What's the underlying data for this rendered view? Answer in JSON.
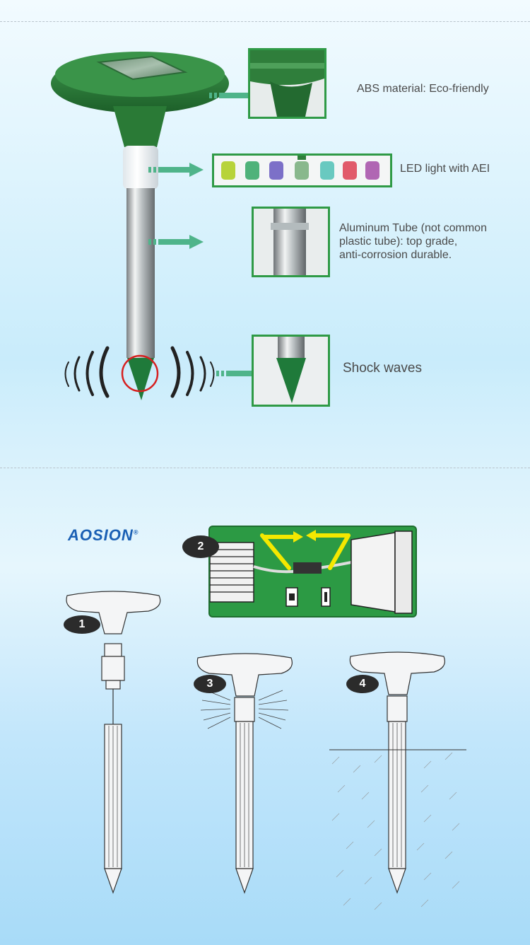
{
  "labels": {
    "abs": "ABS material: Eco-friendly",
    "led": "LED light with AEI",
    "aluminum_line1": "Aluminum Tube (not common",
    "aluminum_line2": "plastic tube): top grade,",
    "aluminum_line3": "anti-corrosion durable.",
    "shock": "Shock waves"
  },
  "brand": {
    "name": "AOSION",
    "registered": "®",
    "color": "#1a5fb4",
    "accent": "#f08a1c"
  },
  "steps": [
    "1",
    "2",
    "3",
    "4"
  ],
  "colors": {
    "green": "#2e7d3a",
    "frame_green": "#2f9a46",
    "arrow_green": "#4fb48a",
    "highlight_red": "#d62020",
    "arrow_yellow": "#f4e800",
    "led_cups": [
      "#b7d33a",
      "#4fb27a",
      "#7c70c8",
      "#89b88d",
      "#69c9c0",
      "#e15a6a",
      "#b066b3"
    ]
  }
}
